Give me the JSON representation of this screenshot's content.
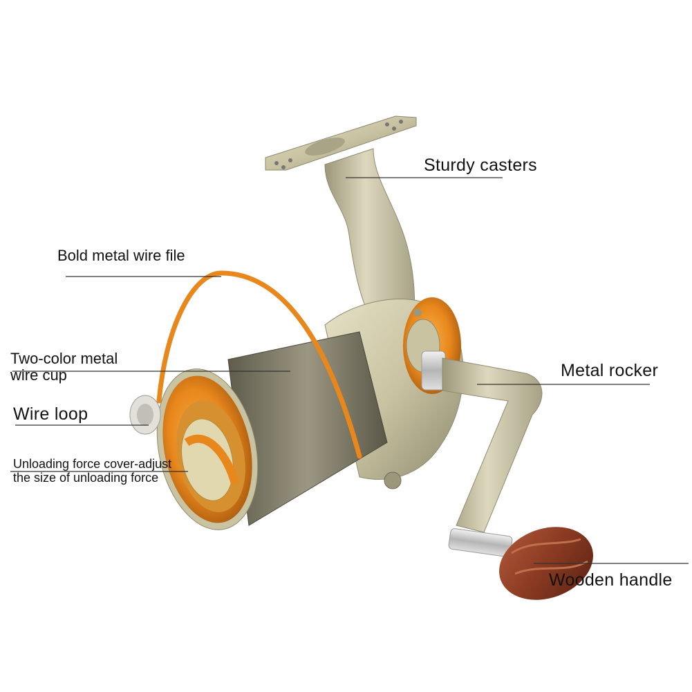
{
  "image": {
    "subject": "spinning fishing reel",
    "palette": {
      "body_champagne": "#c9c3a2",
      "body_shadow": "#8e8a6f",
      "spool_orange": "#e8871c",
      "spool_dark": "#6d6a58",
      "wood": "#8a3a22",
      "leader_line": "#333333"
    }
  },
  "callouts": [
    {
      "id": "sturdy-casters",
      "text": "Sturdy casters"
    },
    {
      "id": "bold-metal-wire-file",
      "text": "Bold metal wire file"
    },
    {
      "id": "two-color-metal-wire-cup",
      "line1": "Two-color metal",
      "line2": "wire cup"
    },
    {
      "id": "metal-rocker",
      "text": "Metal rocker"
    },
    {
      "id": "wire-loop",
      "text": "Wire loop"
    },
    {
      "id": "unloading-force-cover",
      "line1": "Unloading force cover-adjust",
      "line2": "the size of unloading force"
    },
    {
      "id": "wooden-handle",
      "text": "Wooden handle"
    }
  ]
}
